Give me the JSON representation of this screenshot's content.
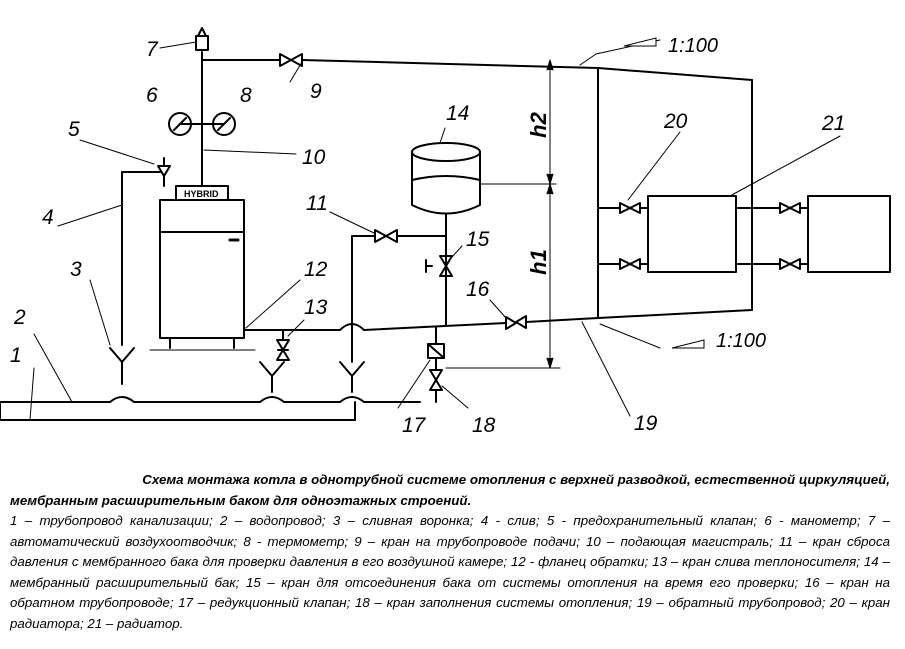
{
  "diagram": {
    "labels": {
      "n1": "1",
      "n2": "2",
      "n3": "3",
      "n4": "4",
      "n5": "5",
      "n6": "6",
      "n7": "7",
      "n8": "8",
      "n9": "9",
      "n10": "10",
      "n11": "11",
      "n12": "12",
      "n13": "13",
      "n14": "14",
      "n15": "15",
      "n16": "16",
      "n17": "17",
      "n18": "18",
      "n19": "19",
      "n20": "20",
      "n21": "21"
    },
    "heights": {
      "h1": "h1",
      "h2": "h2"
    },
    "slope_top": "1:100",
    "slope_bottom": "1:100",
    "boiler_brand": "HYBRID"
  },
  "caption": {
    "title_line1": "Схема монтажа котла в однотрубной системе отопления с верхней разводкой, естественной  циркуляцией,",
    "title_line2": "мембранным расширительным баком для одноэтажных строений.",
    "legend": "1 – трубопровод канализации; 2 – водопровод; 3 – сливная воронка;  4 - слив; 5 - предохранительный клапан; 6 - манометр; 7 – автоматический воздухоотводчик; 8 - термометр; 9 – кран на трубопроводе подачи; 10 – подающая магистраль; 11 – кран сброса давления с мембранного бака для проверки давления в его воздушной камере; 12 - фланец обратки; 13 – кран слива теплоносителя; 14 – мембранный расширительный бак; 15 – кран для отсоединения бака от системы отопления на время его проверки; 16 – кран на обратном трубопроводе; 17 – редукционный клапан; 18 – кран заполнения системы отопления; 19 – обратный трубопровод; 20 – кран радиатора; 21 – радиатор."
  }
}
